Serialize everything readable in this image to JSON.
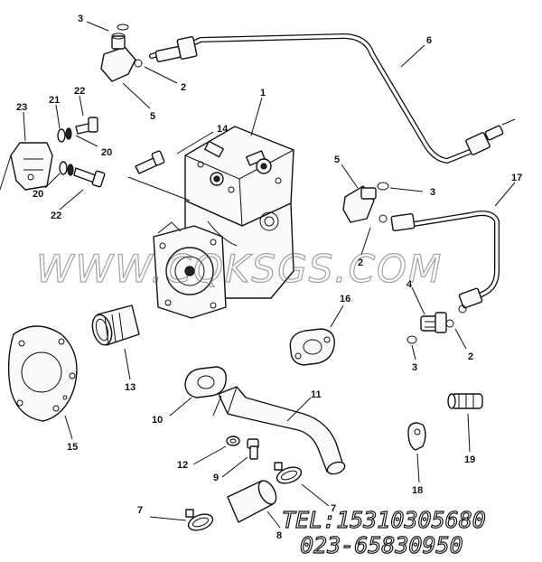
{
  "callouts": [
    {
      "id": "c3a",
      "label": "3"
    },
    {
      "id": "c2a",
      "label": "2"
    },
    {
      "id": "c5a",
      "label": "5"
    },
    {
      "id": "c6",
      "label": "6"
    },
    {
      "id": "c1",
      "label": "1"
    },
    {
      "id": "c23",
      "label": "23"
    },
    {
      "id": "c21",
      "label": "21"
    },
    {
      "id": "c22a",
      "label": "22"
    },
    {
      "id": "c20a",
      "label": "20"
    },
    {
      "id": "c20b",
      "label": "20"
    },
    {
      "id": "c22b",
      "label": "22"
    },
    {
      "id": "c14",
      "label": "14"
    },
    {
      "id": "c5b",
      "label": "5"
    },
    {
      "id": "c3b",
      "label": "3"
    },
    {
      "id": "c17",
      "label": "17"
    },
    {
      "id": "c2b",
      "label": "2"
    },
    {
      "id": "c4",
      "label": "4"
    },
    {
      "id": "c2c",
      "label": "2"
    },
    {
      "id": "c3c",
      "label": "3"
    },
    {
      "id": "c16",
      "label": "16"
    },
    {
      "id": "c13",
      "label": "13"
    },
    {
      "id": "c15",
      "label": "15"
    },
    {
      "id": "c10",
      "label": "10"
    },
    {
      "id": "c11",
      "label": "11"
    },
    {
      "id": "c12",
      "label": "12"
    },
    {
      "id": "c9",
      "label": "9"
    },
    {
      "id": "c18",
      "label": "18"
    },
    {
      "id": "c19",
      "label": "19"
    },
    {
      "id": "c7a",
      "label": "7"
    },
    {
      "id": "c7b",
      "label": "7"
    },
    {
      "id": "c8",
      "label": "8"
    }
  ],
  "watermark": "WWW.CQKSGS.COM",
  "contact": {
    "tel": "TEL:15310305680",
    "phone": "023-65830950"
  }
}
